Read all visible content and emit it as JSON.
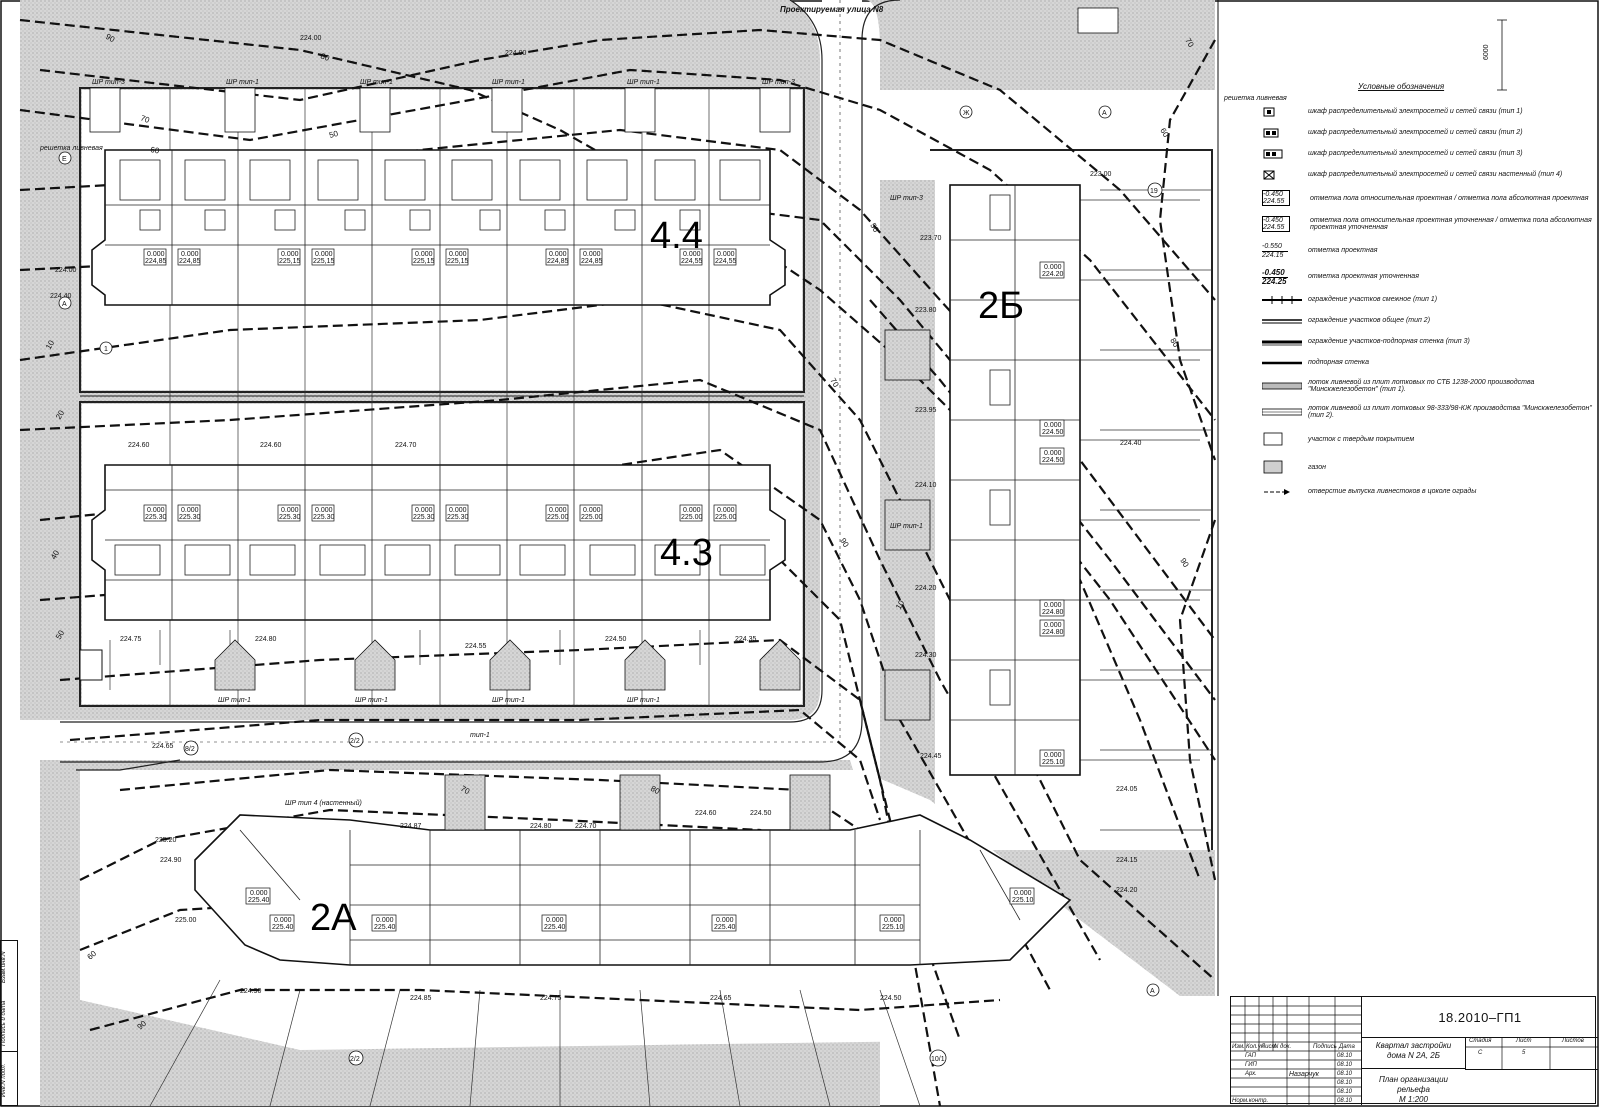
{
  "street_name": "Проектируемая улица N8",
  "scale_bar": "6000",
  "buildings": {
    "b44": "4.4",
    "b43": "4.3",
    "b2b": "2Б",
    "b2a": "2А"
  },
  "legend": {
    "title": "Условные обозначения",
    "items": [
      "шкаф распределительный электросетей и сетей связи (тип 1)",
      "шкаф распределительный электросетей и сетей связи (тип 2)",
      "шкаф распределительный электросетей и сетей связи (тип 3)",
      "шкаф распределительный электросетей и сетей связи настенный (тип 4)",
      "отметка пола относительная проектная / отметка пола абсолютная проектная",
      "отметка пола относительная проектная уточненная / отметка пола абсолютная проектная уточненная",
      "отметка проектная",
      "отметка проектная уточненная",
      "ограждение участков смежное (тип 1)",
      "ограждение участков общее (тип 2)",
      "ограждение участков-подпорная стенка (тип 3)",
      "подпорная стенка",
      "лоток ливневой из плит лотковых по СТБ 1238-2000 производства \"Минскжелезобетон\" (тип 1).",
      "лоток ливневой из плит лотковых 98-333/98-КЖ производства \"Минскжелезобетон\" (тип 2).",
      "участок с твердым покрытием",
      "газон",
      "отверстие выпуска ливнестоков в цоколе ограды"
    ],
    "sample_marks": {
      "rel": "-0.450",
      "abs": "224.55",
      "proj": "-0.550",
      "proj_abs": "224.15",
      "upd": "-0.450",
      "upd_abs": "224.25"
    }
  },
  "labels": {
    "cabinet_type1": "ШР тип-1",
    "cabinet_type3": "ШР тип-3",
    "cabinet_type4": "ШР тип 4 (настенный)",
    "grate": "решетка ливневая",
    "pipe": "тип-1"
  },
  "floor_marks": {
    "b44": [
      "224,85",
      "225,15",
      "225,15",
      "224,85",
      "224,55"
    ],
    "b43": [
      "225.30",
      "225.30",
      "225.30",
      "225.00",
      "225.00"
    ],
    "b2b": [
      "224.20",
      "224.50",
      "224.50",
      "224.80",
      "224.80",
      "225.10"
    ],
    "b2a": [
      "225.40",
      "225.40",
      "225.40",
      "225.40",
      "225.10",
      "225.10"
    ]
  },
  "zero": "0.000",
  "spot_elevations": [
    "224.00",
    "224.00",
    "224.00",
    "224.40",
    "224.60",
    "224.60",
    "224.70",
    "224.75",
    "224.80",
    "224.55",
    "224.50",
    "224.35",
    "224.65",
    "224.87",
    "224.80",
    "224.70",
    "224.60",
    "224.50",
    "224.90",
    "225.00",
    "225.20",
    "224.85",
    "224.75",
    "224.65",
    "224.50",
    "224.90",
    "224.45",
    "223.00",
    "223.70",
    "223.80",
    "223.95",
    "224.10",
    "224.20",
    "224.30",
    "224.40",
    "224.05",
    "224.15",
    "224.20"
  ],
  "contour_labels": [
    "90",
    "80",
    "70",
    "60",
    "50",
    "40",
    "30",
    "20",
    "10"
  ],
  "axes": [
    "1",
    "А",
    "Е",
    "Ж",
    "19",
    "А",
    "2/2",
    "8/2",
    "10/1"
  ],
  "title_block": {
    "code": "18.2010–ГП1",
    "project_line1": "Квартал застройки",
    "project_line2": "дома N 2А, 2Б",
    "plan_line1": "План организации рельефа",
    "plan_line2": "М 1:200",
    "stage_h": "Стадия",
    "sheet_h": "Лист",
    "sheets_h": "Листов",
    "stage": "С",
    "sheet": "5",
    "hdr": [
      "Изм.",
      "Кол.уч",
      "Лист",
      "N док.",
      "Подпись",
      "Дата"
    ],
    "roles": [
      "ГАП",
      "ГИП",
      "Арх.",
      "",
      "Норм.контр."
    ],
    "name": "Назарчук",
    "dates": [
      "08.10",
      "08.10",
      "08.10",
      "08.10",
      "08.10",
      "08.10"
    ]
  },
  "side_strip": [
    "Взам.инв.N",
    "Подпись и дата",
    "Инв.N подл."
  ]
}
